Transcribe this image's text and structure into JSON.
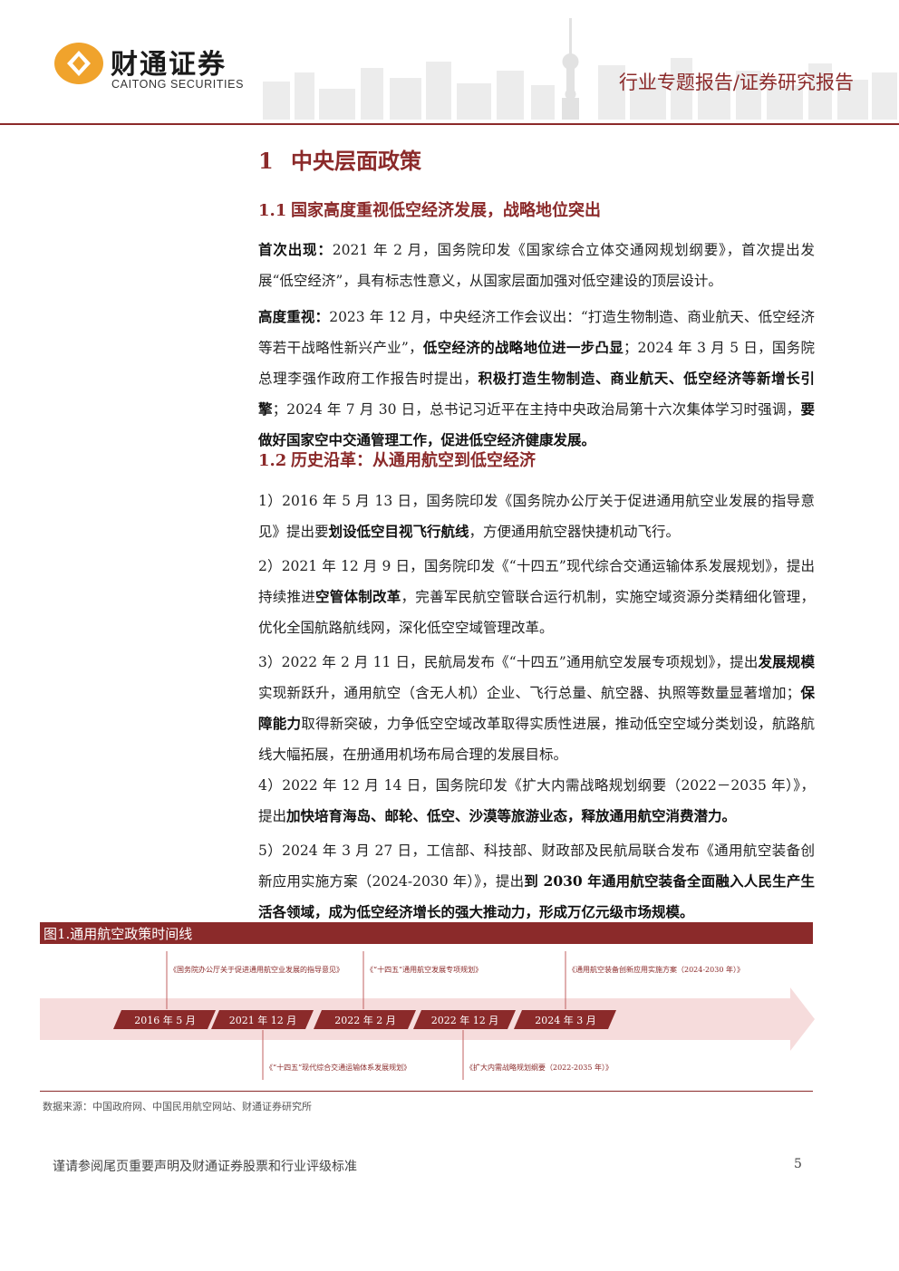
{
  "header": {
    "logo_cn": "财通证券",
    "logo_en": "CAITONG SECURITIES",
    "report_type": "行业专题报告/证券研究报告",
    "brand_color": "#8b2a2a",
    "logo_color": "#f0a32c"
  },
  "section1": {
    "num": "1",
    "title": "中央层面政策"
  },
  "section1_1": {
    "num": "1.1",
    "title": "国家高度重视低空经济发展，战略地位突出",
    "p1": [
      {
        "t": "首次出现：",
        "b": true
      },
      {
        "t": "2021 年 2 月，国务院印发《国家综合立体交通网规划纲要》，首次提出发展“低空经济”，具有标志性意义，从国家层面加强对低空建设的顶层设计。",
        "b": false
      }
    ],
    "p2": [
      {
        "t": "高度重视：",
        "b": true
      },
      {
        "t": "2023 年 12 月，中央经济工作会议出：“打造生物制造、商业航天、低空经济等若干战略性新兴产业”，",
        "b": false
      },
      {
        "t": "低空经济的战略地位进一步凸显",
        "b": true
      },
      {
        "t": "；2024 年 3 月 5 日，国务院总理李强作政府工作报告时提出，",
        "b": false
      },
      {
        "t": "积极打造生物制造、商业航天、低空经济等新增长引擎",
        "b": true
      },
      {
        "t": "；2024 年 7 月 30 日，总书记习近平在主持中央政治局第十六次集体学习时强调，",
        "b": false
      },
      {
        "t": "要做好国家空中交通管理工作，促进低空经济健康发展。",
        "b": true
      }
    ]
  },
  "section1_2": {
    "num": "1.2",
    "title": "历史沿革：从通用航空到低空经济",
    "items": [
      [
        {
          "t": "1）2016 年 5 月 13 日，国务院印发《国务院办公厅关于促进通用航空业发展的指导意见》提出要",
          "b": false
        },
        {
          "t": "划设低空目视飞行航线",
          "b": true
        },
        {
          "t": "，方便通用航空器快捷机动飞行。",
          "b": false
        }
      ],
      [
        {
          "t": "2）2021 年 12 月 9 日，国务院印发《“十四五”现代综合交通运输体系发展规划》，提出持续推进",
          "b": false
        },
        {
          "t": "空管体制改革",
          "b": true
        },
        {
          "t": "，完善军民航空管联合运行机制，实施空域资源分类精细化管理，优化全国航路航线网，深化低空空域管理改革。",
          "b": false
        }
      ],
      [
        {
          "t": "3）2022 年 2 月 11 日，民航局发布《“十四五”通用航空发展专项规划》，提出",
          "b": false
        },
        {
          "t": "发展规模",
          "b": true
        },
        {
          "t": "实现新跃升，通用航空（含无人机）企业、飞行总量、航空器、执照等数量显著增加；",
          "b": false
        },
        {
          "t": "保障能力",
          "b": true
        },
        {
          "t": "取得新突破，力争低空空域改革取得实质性进展，推动低空空域分类划设，航路航线大幅拓展，在册通用机场布局合理的发展目标。",
          "b": false
        }
      ],
      [
        {
          "t": "4）2022 年 12 月 14 日，国务院印发《扩大内需战略规划纲要（2022－2035 年）》，提出",
          "b": false
        },
        {
          "t": "加快培育海岛、邮轮、低空、沙漠等旅游业态，释放通用航空消费潜力。",
          "b": true
        }
      ],
      [
        {
          "t": "5）2024 年 3 月 27 日，工信部、科技部、财政部及民航局联合发布《通用航空装备创新应用实施方案（2024-2030 年）》，提出",
          "b": false
        },
        {
          "t": "到 2030 年通用航空装备全面融入人民生产生活各领域，成为低空经济增长的强大推动力，形成万亿元级市场规模。",
          "b": true
        }
      ]
    ]
  },
  "figure": {
    "title": "图1.通用航空政策时间线",
    "dates": [
      "2016 年 5 月",
      "2021 年 12 月",
      "2022 年 2 月",
      "2022 年 12 月",
      "2024 年 3 月"
    ],
    "top_labels": [
      "《国务院办公厅关于促进通用航空业发展的指导意见》",
      "《“十四五”通用航空发展专项规划》",
      "《通用航空装备创新应用实施方案（2024-2030 年）》"
    ],
    "bottom_labels": [
      "《“十四五”现代综合交通运输体系发展规划》",
      "《扩大内需战略规划纲要（2022-2035 年）》"
    ],
    "source": "数据来源：中国政府网、中国民用航空网站、财通证券研究所"
  },
  "footer": {
    "disclaimer": "谨请参阅尾页重要声明及财通证券股票和行业评级标准",
    "page": "5"
  }
}
